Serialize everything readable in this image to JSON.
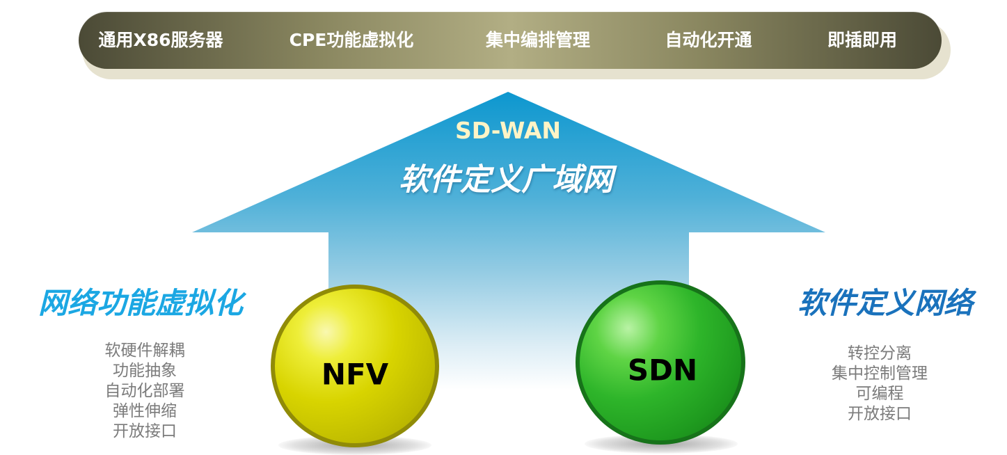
{
  "banner": {
    "items": [
      {
        "label": "通用X86服务器"
      },
      {
        "label": "CPE功能虚拟化"
      },
      {
        "label": "集中编排管理"
      },
      {
        "label": "自动化开通"
      },
      {
        "label": "即插即用"
      }
    ]
  },
  "arrow": {
    "title_en": "SD-WAN",
    "title_cn": "软件定义广域网"
  },
  "left": {
    "title": "网络功能虚拟化",
    "features": [
      "软硬件解耦",
      "功能抽象",
      "自动化部署",
      "弹性伸缩",
      "开放接口"
    ],
    "sphere_label": "NFV"
  },
  "right": {
    "title": "软件定义网络",
    "features": [
      "转控分离",
      "集中控制管理",
      "可编程",
      "开放接口"
    ],
    "sphere_label": "SDN"
  },
  "colors": {
    "banner_dark": "#4b4a36",
    "banner_light": "#b2ae84",
    "arrow_top": "#0d97cf",
    "nfv_yellow": "#d8d400",
    "sdn_green": "#2eb52a",
    "left_title": "#1ba7e3",
    "right_title": "#1a72bc"
  }
}
